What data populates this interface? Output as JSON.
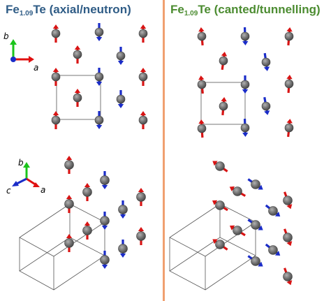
{
  "titles": {
    "left": {
      "prefix": "Fe",
      "subscript": "1.09",
      "suffix": "Te (axial/neutron)"
    },
    "right": {
      "prefix": "Fe",
      "subscript": "1.09",
      "suffix": "Te (canted/tunnelling)"
    }
  },
  "axes": {
    "top": {
      "a": "a",
      "b": "b"
    },
    "bottom": {
      "a": "a",
      "b": "b",
      "c": "c"
    }
  },
  "colors": {
    "title_left": "#2f5c86",
    "title_right": "#4c8c31",
    "divider": "#f0a070",
    "spin_up": "#d81414",
    "spin_down": "#1a2cc8",
    "atom": "#757575",
    "axis_a": "#e01010",
    "axis_b": "#1bc41b",
    "axis_c": "#1a2cc8"
  },
  "icons": [
    "fe-atom-icon",
    "spin-up-arrow-icon",
    "spin-down-arrow-icon",
    "axis-triad-icon"
  ]
}
